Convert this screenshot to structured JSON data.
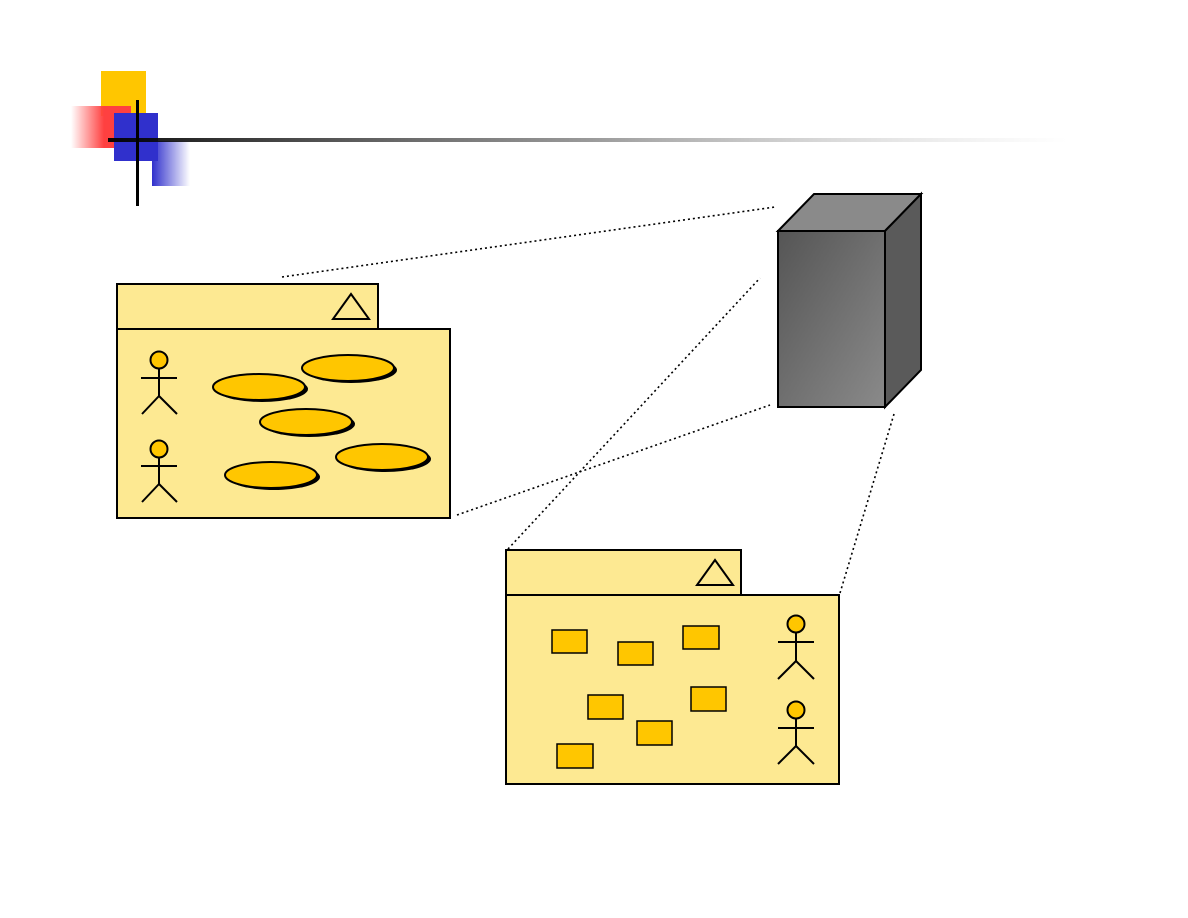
{
  "slide": {
    "title": ""
  },
  "colors": {
    "package_fill": "#FDE992",
    "element_fill": "#FFC600",
    "stroke": "#000000",
    "node_front": "#6E6E6E",
    "node_top": "#8A8A8A",
    "node_side": "#5A5A5A",
    "deco_yellow": "#FFC600",
    "deco_red": "#FF4040",
    "deco_blue": "#3030CC"
  },
  "diagram": {
    "use_case_package": {
      "actors": 2,
      "use_cases": 5
    },
    "class_package": {
      "actors": 2,
      "classes": 7
    },
    "node": {
      "shape": "3d-box"
    }
  }
}
